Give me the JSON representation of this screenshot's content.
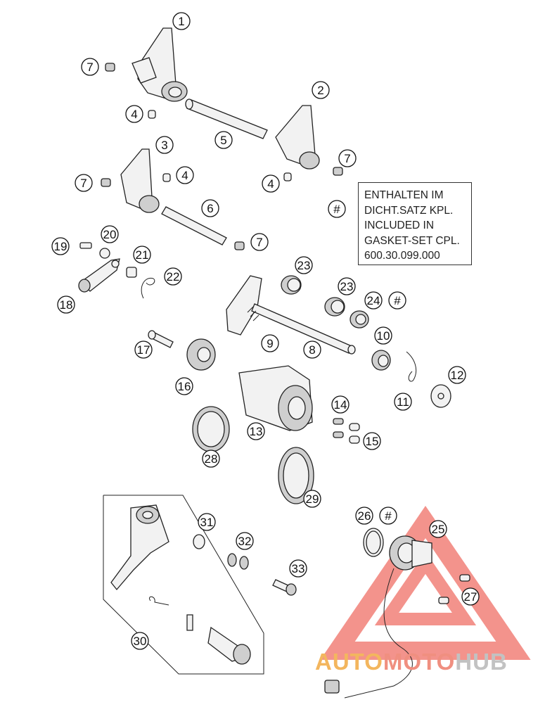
{
  "diagram": {
    "callouts": [
      {
        "label": "1"
      },
      {
        "label": "2"
      },
      {
        "label": "3"
      },
      {
        "label": "4"
      },
      {
        "label": "4"
      },
      {
        "label": "4"
      },
      {
        "label": "5"
      },
      {
        "label": "6"
      },
      {
        "label": "7"
      },
      {
        "label": "7"
      },
      {
        "label": "7"
      },
      {
        "label": "7"
      },
      {
        "label": "8"
      },
      {
        "label": "9"
      },
      {
        "label": "10"
      },
      {
        "label": "11"
      },
      {
        "label": "12"
      },
      {
        "label": "13"
      },
      {
        "label": "14"
      },
      {
        "label": "15"
      },
      {
        "label": "16"
      },
      {
        "label": "17"
      },
      {
        "label": "18"
      },
      {
        "label": "19"
      },
      {
        "label": "20"
      },
      {
        "label": "21"
      },
      {
        "label": "22"
      },
      {
        "label": "23"
      },
      {
        "label": "23"
      },
      {
        "label": "24"
      },
      {
        "label": "#"
      },
      {
        "label": "25"
      },
      {
        "label": "26"
      },
      {
        "label": "#"
      },
      {
        "label": "27"
      },
      {
        "label": "28"
      },
      {
        "label": "29"
      },
      {
        "label": "30"
      },
      {
        "label": "31"
      },
      {
        "label": "32"
      },
      {
        "label": "33"
      },
      {
        "label": "#"
      }
    ]
  },
  "note": {
    "lines": [
      "ENTHALTEN IM",
      "DICHT.SATZ KPL.",
      "INCLUDED IN",
      "GASKET-SET CPL.",
      "600.30.099.000"
    ]
  },
  "watermark": {
    "part1": "AUTO",
    "part2": "MOTO",
    "part3": "HUB",
    "colors": {
      "auto": "#f3b65e",
      "moto": "#f08f80",
      "hub": "#c2c2c2",
      "triangle": "#ef6f66"
    }
  }
}
